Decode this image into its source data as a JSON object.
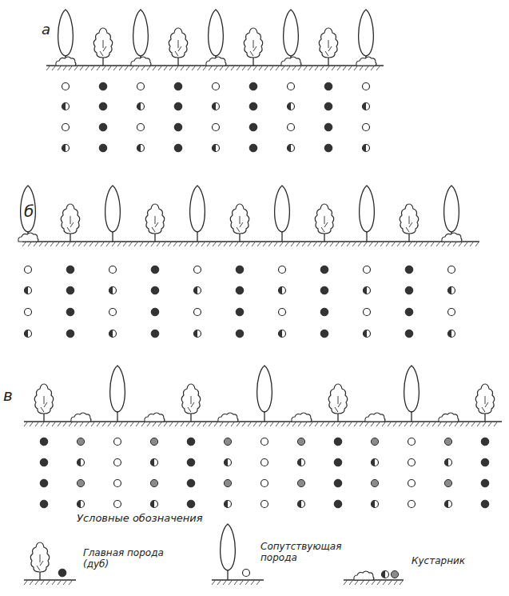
{
  "diagram": {
    "labels": [
      "а",
      "б",
      "в",
      "Условные обозначения"
    ],
    "legend": [
      {
        "text": "Главная порода (дуб)"
      },
      {
        "text": "Сопутствующая порода"
      },
      {
        "text": "Кустарник"
      }
    ]
  }
}
